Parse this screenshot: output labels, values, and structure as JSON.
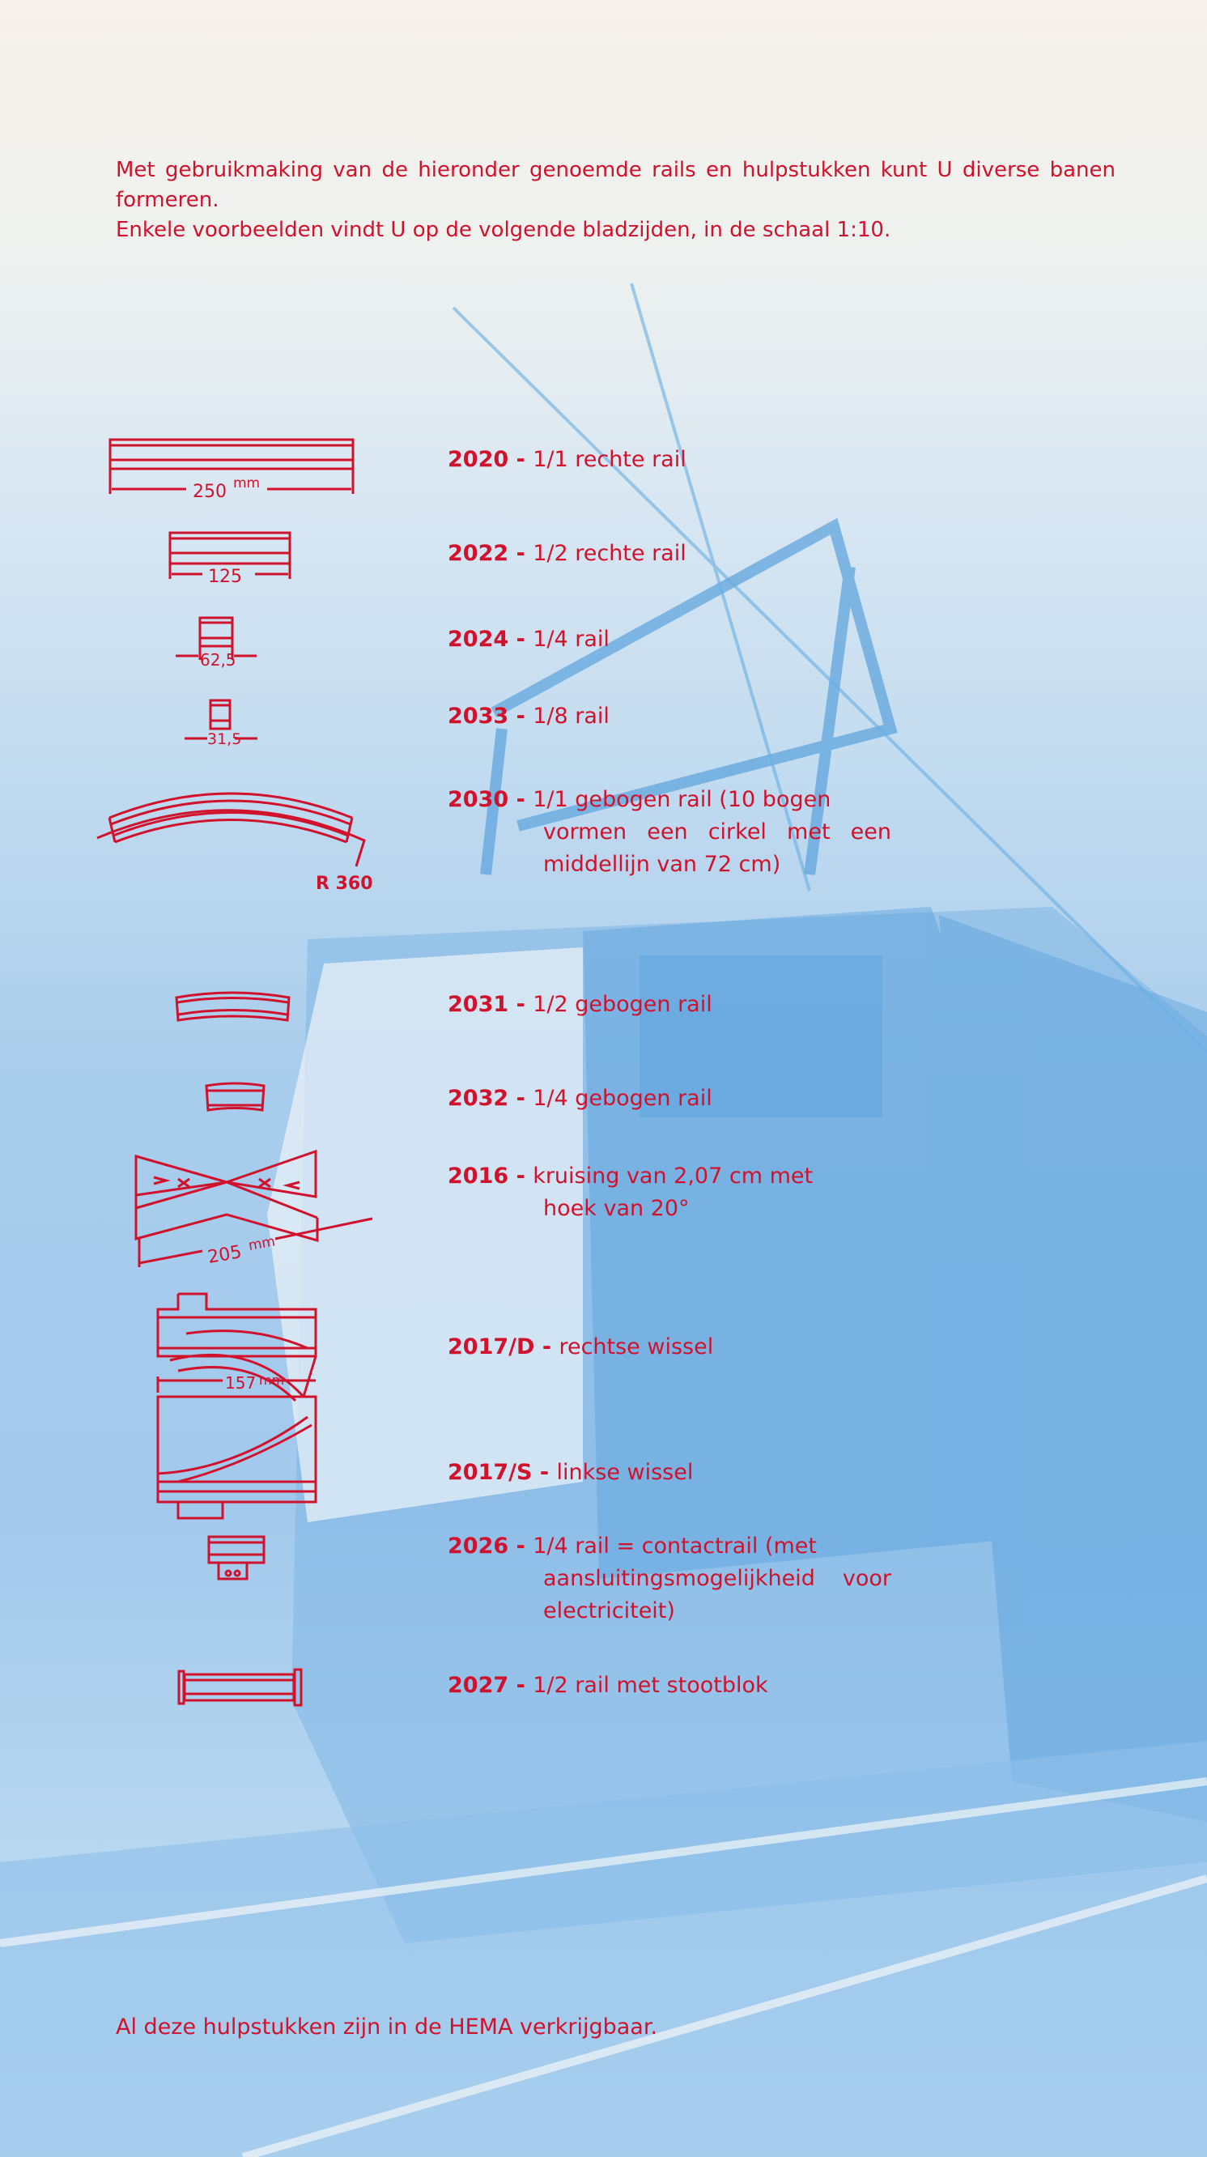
{
  "intro": {
    "line1": "Met gebruikmaking van de hieronder genoemde rails en hulpstukken kunt U diverse banen formeren.",
    "line2": "Enkele voorbeelden vindt U op de volgende bladzijden, in de schaal 1:10."
  },
  "colors": {
    "accent": "#d0122c",
    "background_blue": "#a9cdec"
  },
  "items": [
    {
      "code": "2020",
      "desc": "1/1 rechte rail",
      "dimension": "250",
      "unit": "mm"
    },
    {
      "code": "2022",
      "desc": "1/2 rechte rail",
      "dimension": "125"
    },
    {
      "code": "2024",
      "desc": "1/4 rail",
      "dimension": "62,5"
    },
    {
      "code": "2033",
      "desc": "1/8 rail",
      "dimension": "31,5"
    },
    {
      "code": "2030",
      "desc": "1/1 gebogen rail (10 bogen",
      "cont1": "vormen een cirkel met een",
      "cont2": "middellijn van 72 cm)",
      "dimension": "R 360"
    },
    {
      "code": "2031",
      "desc": "1/2 gebogen rail"
    },
    {
      "code": "2032",
      "desc": "1/4 gebogen rail"
    },
    {
      "code": "2016",
      "desc": "kruising van 2,07 cm met",
      "cont1": "hoek van 20°",
      "dimension": "205",
      "unit": "mm"
    },
    {
      "code": "2017/D",
      "desc": "rechtse wissel"
    },
    {
      "code": "2017/S",
      "desc": "linkse wissel",
      "dimension": "157",
      "unit": "mm"
    },
    {
      "code": "2026",
      "desc": "1/4 rail = contactrail (met",
      "cont1": "aansluitingsmogelijkheid voor",
      "cont2": "electriciteit)"
    },
    {
      "code": "2027",
      "desc": "1/2 rail met stootblok"
    }
  ],
  "separator": "-",
  "footer": "Al deze hulpstukken zijn in de HEMA verkrijgbaar."
}
